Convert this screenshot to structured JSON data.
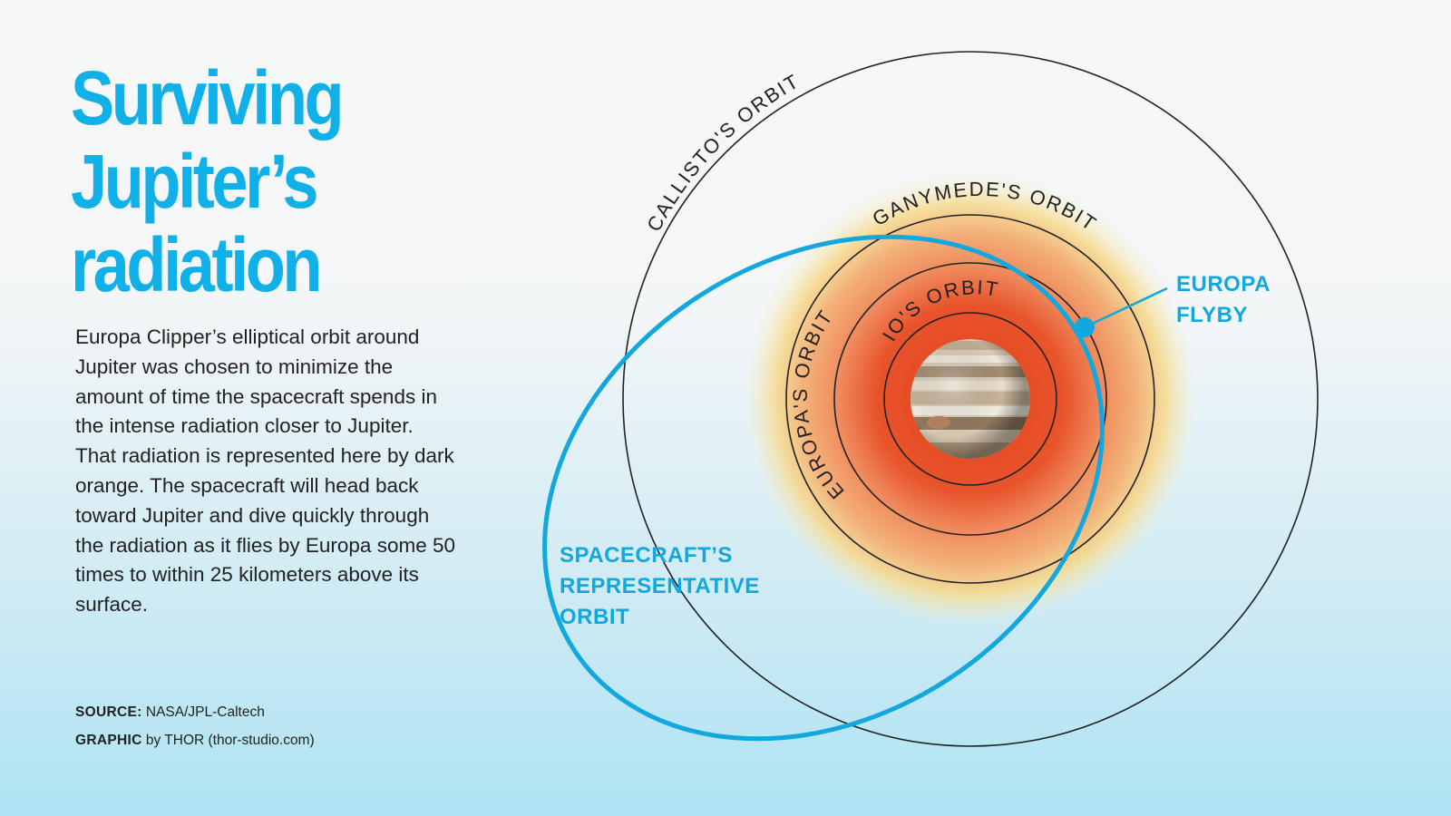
{
  "title": {
    "line1": "Surviving",
    "line2": "Jupiter’s",
    "line3": "radiation"
  },
  "description": "Europa Clipper’s elliptical orbit around Jupiter was chosen to minimize the amount of time the spacecraft spends in the intense radiation closer to Jupiter. That radiation is represented here by dark orange. The spacecraft will head back toward Jupiter and dive quickly through the radiation as it flies by Europa some 50 times to within 25 kilometers above its surface.",
  "credits": {
    "source_label": "SOURCE:",
    "source_value": "NASA/JPL-Caltech",
    "graphic_label": "GRAPHIC",
    "graphic_value": "by THOR (thor-studio.com)"
  },
  "orbits": {
    "callisto": "CALLISTO'S ORBIT",
    "ganymede": "GANYMEDE'S ORBIT",
    "europa": "EUROPA'S ORBIT",
    "io": "IO'S ORBIT"
  },
  "callouts": {
    "flyby_line1": "EUROPA",
    "flyby_line2": "FLYBY",
    "spacecraft_line1": "SPACECRAFT’S",
    "spacecraft_line2": "REPRESENTATIVE",
    "spacecraft_line3": "ORBIT"
  },
  "colors": {
    "accent_blue": "#12b0e8",
    "radiation_dark": "#e8502a",
    "radiation_glow": "#f6d27a",
    "orbit_line": "#222222"
  }
}
